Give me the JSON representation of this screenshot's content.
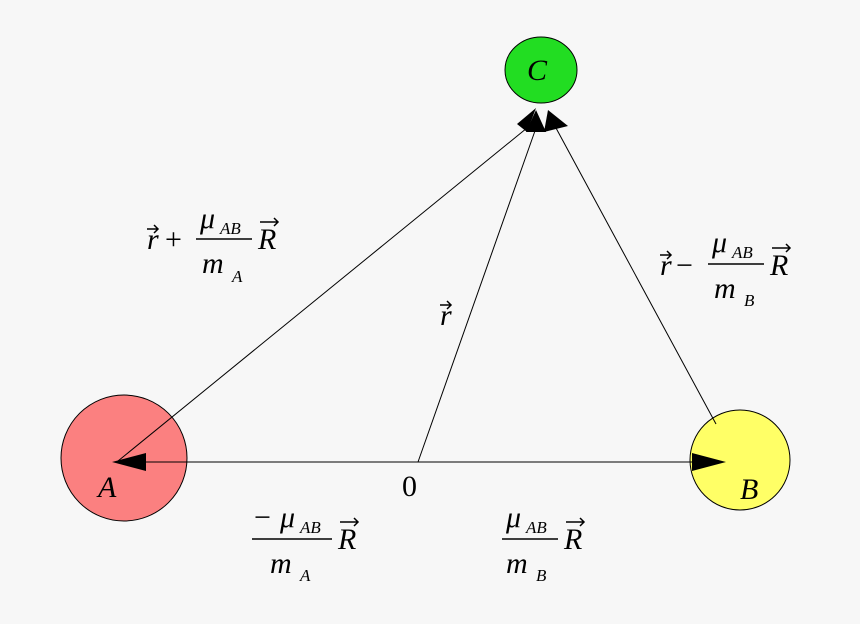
{
  "nodes": {
    "a": {
      "label": "A",
      "color": "#fb8080"
    },
    "b": {
      "label": "B",
      "color": "#ffff66"
    },
    "c": {
      "label": "C",
      "color": "#22dd22"
    }
  },
  "origin_label": "0",
  "vectors": {
    "r": {
      "symbol": "r"
    },
    "to_a_from_origin": {
      "sign": "−",
      "mu": "μ",
      "mu_sub": "AB",
      "vec": "R",
      "mass": "m",
      "mass_sub": "A"
    },
    "to_b_from_origin": {
      "mu": "μ",
      "mu_sub": "AB",
      "vec": "R",
      "mass": "m",
      "mass_sub": "B"
    },
    "a_to_c": {
      "lead": "r",
      "op": "+",
      "mu": "μ",
      "mu_sub": "AB",
      "vec": "R",
      "mass": "m",
      "mass_sub": "A"
    },
    "b_to_c": {
      "lead": "r",
      "op": "−",
      "mu": "μ",
      "mu_sub": "AB",
      "vec": "R",
      "mass": "m",
      "mass_sub": "B"
    }
  },
  "colors": {
    "stroke": "#000000",
    "background": "#f7f7f7"
  }
}
